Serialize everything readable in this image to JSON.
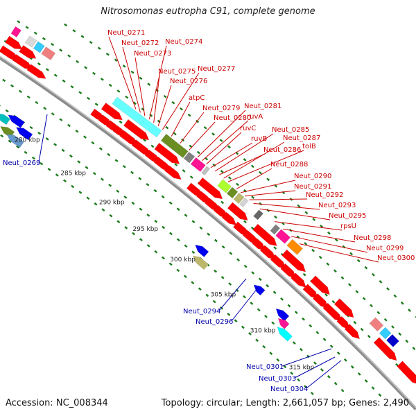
{
  "title": "Nitrosomonas eutropha C91, complete genome",
  "footer": {
    "accession_label": "Accession:",
    "accession": "NC_008344",
    "topology_label": "Topology:",
    "topology": "circular",
    "length_label": "Length:",
    "length": "2,661,057 bp",
    "genes_label": "Genes:",
    "genes": "2,490"
  },
  "colors": {
    "forward_gene": "#ff0000",
    "reverse_gene": "#0000ee",
    "backbone": "#999999",
    "tick": "#1a7a1a",
    "label_forward": "#cc0000",
    "label_reverse": "#0000aa"
  },
  "scale_ticks": [
    "280 kbp",
    "285 kbp",
    "290 kbp",
    "295 kbp",
    "300 kbp",
    "305 kbp",
    "310 kbp",
    "315 kbp"
  ],
  "forward_gene_labels": [
    "Neut_0271",
    "Neut_0272",
    "Neut_0273",
    "Neut_0274",
    "Neut_0275",
    "Neut_0276",
    "Neut_0277",
    "atpC",
    "Neut_0279",
    "Neut_0280",
    "Neut_0281",
    "ruvA",
    "ruvC",
    "ruvB",
    "Neut_0285",
    "Neut_0286",
    "Neut_0287",
    "tolB",
    "Neut_0288",
    "Neut_0290",
    "Neut_0291",
    "Neut_0292",
    "Neut_0293",
    "Neut_0295",
    "rpsU",
    "Neut_0298",
    "Neut_0299",
    "Neut_0300"
  ],
  "reverse_gene_labels": [
    "Neut_0269",
    "Neut_0294",
    "Neut_0296",
    "Neut_0301",
    "Neut_0303",
    "Neut_0304"
  ]
}
